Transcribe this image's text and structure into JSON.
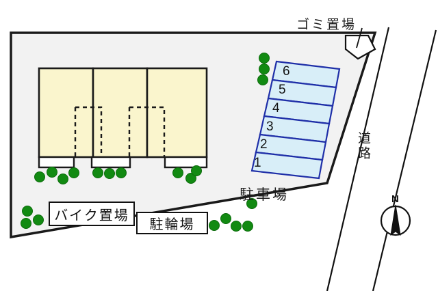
{
  "figure": {
    "kind": "property-site-plan",
    "title_visible": false
  },
  "colors": {
    "site_fill": "#f2f2f2",
    "site_border": "#1a1a1a",
    "building_fill": "#faf5cd",
    "building_border": "#1a1a1a",
    "stall_fill": "#d8eef8",
    "stall_border": "#1f2fa8",
    "bush_green": "#128a12",
    "bush_green_dark": "#0c6b0c",
    "road_line": "#111111",
    "text": "#111111",
    "porch_fill": "#ffffff",
    "page_background": "#ffffff"
  },
  "labels": {
    "gomi": "ゴミ置場",
    "douro": "道路",
    "chuushajou": "駐車場",
    "bike_okiba": "バイク置場",
    "chuurinjou": "駐輪場",
    "compass_north": "N"
  },
  "parking": {
    "section_label": "駐車場",
    "stall_count": 6,
    "stalls": [
      {
        "number": "1"
      },
      {
        "number": "2"
      },
      {
        "number": "3"
      },
      {
        "number": "4"
      },
      {
        "number": "5"
      },
      {
        "number": "6"
      }
    ]
  },
  "building": {
    "unit_blocks": 3,
    "porches": 3,
    "stair_marks": 2
  },
  "amenities": [
    {
      "name": "ゴミ置場",
      "type": "garbage-station"
    },
    {
      "name": "バイク置場",
      "type": "motorcycle-parking"
    },
    {
      "name": "駐輪場",
      "type": "bicycle-parking"
    },
    {
      "name": "駐車場",
      "type": "car-parking"
    }
  ],
  "surroundings": {
    "road": "道路"
  },
  "compass": {
    "north_letter": "N",
    "orientation": "up"
  }
}
